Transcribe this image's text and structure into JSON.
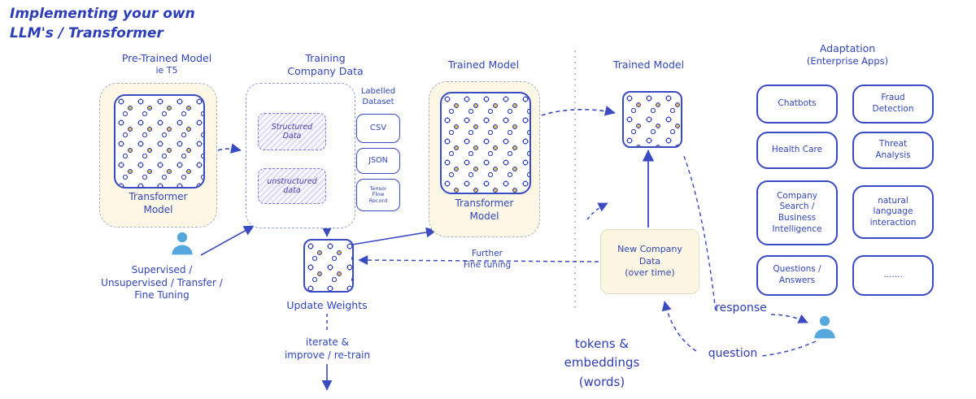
{
  "title": "Implementing your own\nLLM's / Transformer",
  "pretrained": {
    "label": "Pre-Trained Model",
    "sublabel": "ie T5",
    "model_label": "Transformer\nModel"
  },
  "supervision": "Supervised /\nUnsupervised / Transfer /\nFine Tuning",
  "training": {
    "label": "Training\nCompany Data",
    "structured": "Structured\nData",
    "unstructured": "unstructured\ndata",
    "labelled": "Labelled\nDataset",
    "formats": [
      "CSV",
      "JSON",
      "Tensor\nFlow\nRecord"
    ]
  },
  "update_weights": {
    "label": "Update Weights",
    "iterate": "iterate &\nimprove / re-train"
  },
  "trained": {
    "label": "Trained Model",
    "model_label": "Transformer\nModel"
  },
  "deployed": {
    "label": "Trained Model"
  },
  "new_company_data": "New Company\nData\n(over time)",
  "further_fine_tuning": "Further\nFine tuning",
  "tokens": "tokens &\nembeddings\n(words)",
  "response": "response",
  "question": "question",
  "adaptation": {
    "label": "Adaptation",
    "sublabel": "(Enterprise Apps)",
    "apps": [
      "Chatbots",
      "Fraud\nDetection",
      "Health Care",
      "Threat\nAnalysis",
      "Company\nSearch /\nBusiness\nIntelligence",
      "natural\nlanguage\ninteraction",
      "Questions /\nAnswers",
      "......."
    ]
  },
  "colors": {
    "ink": "#3a4ac0",
    "person_blue": "#54a8dc",
    "highlight_yellow": "#fcf7e4",
    "purple": "#8378d2"
  }
}
